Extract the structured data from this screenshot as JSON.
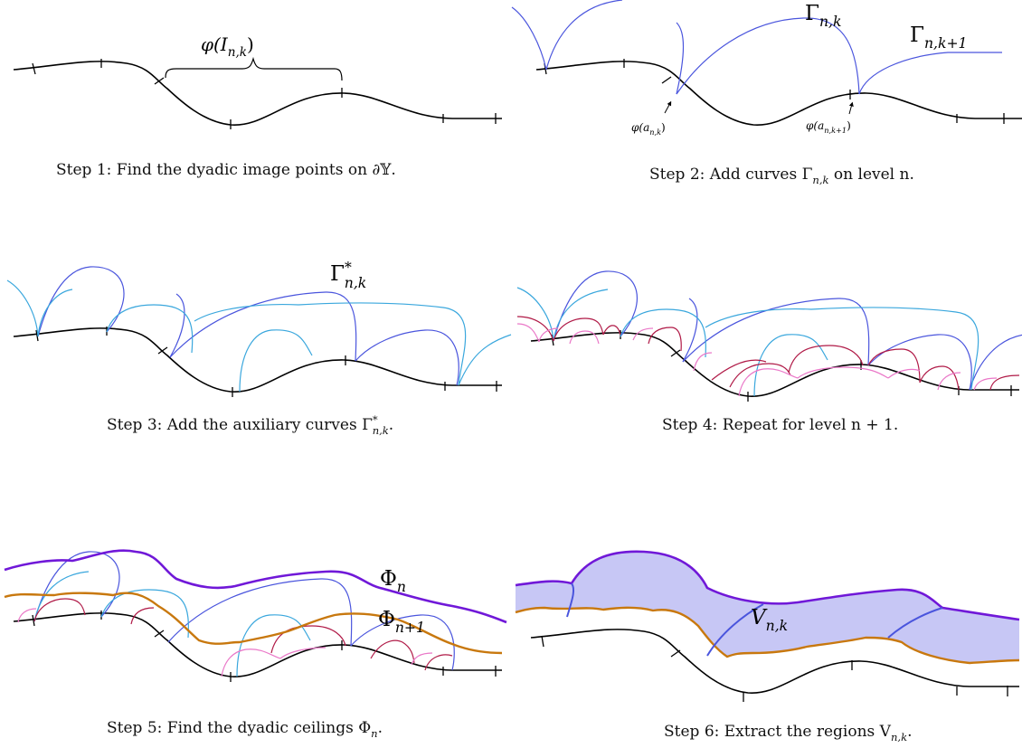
{
  "panels": [
    {
      "id": "step1",
      "caption": "Step 1: Find the dyadic image points on ∂𝕐."
    },
    {
      "id": "step2",
      "caption": "Step 2: Add curves Γ",
      "caption_sub": "n,k",
      "caption_tail": " on level n."
    },
    {
      "id": "step3",
      "caption": "Step 3: Add the auxiliary curves Γ",
      "caption_sup": "*",
      "caption_sub": "n,k",
      "caption_tail": "."
    },
    {
      "id": "step4",
      "caption": "Step 4: Repeat for level n + 1."
    },
    {
      "id": "step5",
      "caption": "Step 5: Find the dyadic ceilings Φ",
      "caption_sub": "n",
      "caption_tail": "."
    },
    {
      "id": "step6",
      "caption": "Step 6: Extract the regions V",
      "caption_sub": "n,k",
      "caption_tail": "."
    }
  ],
  "labels": {
    "phi_I": {
      "main": "φ(I",
      "sub": "n,k",
      "tail": ")"
    },
    "gamma_nk": {
      "main": "Γ",
      "sub": "n,k"
    },
    "gamma_nk1": {
      "main": "Γ",
      "sub": "n,k+1"
    },
    "phi_a_nk": {
      "main": "φ(a",
      "sub": "n,k",
      "tail": ")"
    },
    "phi_a_nk1": {
      "main": "φ(a",
      "sub": "n,k+1",
      "tail": ")"
    },
    "gamma_star": {
      "main": "Γ",
      "sup": "*",
      "sub": "n,k"
    },
    "Phi_n": {
      "main": "Φ",
      "sub": "n"
    },
    "Phi_n1": {
      "main": "Φ",
      "sub": "n+1"
    },
    "V_nk": {
      "main": "V",
      "sub": "n,k"
    }
  },
  "colors": {
    "boundary": "#000000",
    "level_n": "#4a55dd",
    "auxiliary_n": "#3aa7dd",
    "level_n1": "#b01a47",
    "auxiliary_n1": "#ea78c8",
    "ceiling_n": "#7018d8",
    "ceiling_n1": "#c8780e",
    "region_fill": "#c7c7f5"
  }
}
